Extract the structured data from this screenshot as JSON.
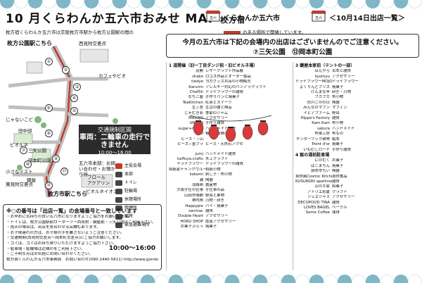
{
  "header": {
    "title": "10 月くらわんか五六市おみせ MAP",
    "subtitle": "枚方宿",
    "place": "くらわんか五六市",
    "date": "＜10月14日出店一覧＞",
    "shop_labels": [
      "五六",
      "五六"
    ]
  },
  "intro": "枚方宿くらわんか五六市は京阪枚方市駅から枚方公園駅の間の",
  "legend_line": "のある場所で開催しています。",
  "map": {
    "station_top": "枚方公園駅こちら",
    "station_bottom": "枚方市駅こちら",
    "labels": [
      {
        "text": "西見附交差点"
      },
      {
        "text": "カフェやビオ"
      },
      {
        "text": "じゃないこど"
      },
      {
        "text": "田中邸"
      },
      {
        "text": "三矢公園"
      },
      {
        "text": "岡本町公園"
      },
      {
        "text": "小さなイスト"
      },
      {
        "text": "鍵屋"
      },
      {
        "text": "東見附交差点"
      },
      {
        "text": "ビオルネ"
      },
      {
        "text": "五六市本部：お問い合わせ・お預かり所"
      },
      {
        "text": "フロール"
      },
      {
        "text": "アクアリン"
      },
      {
        "text": "ビオルネイオン"
      }
    ],
    "traffic": {
      "line1": "交通規制区間",
      "line2": "車両：二輪車の走行できません",
      "line3": "10:00～16:00"
    },
    "numbers": [
      "①",
      "②",
      "③",
      "④",
      "⑤",
      "⑥",
      "⑦",
      "⑧",
      "⑨",
      "⑩",
      "⑪",
      "⑫"
    ],
    "legend": [
      {
        "label": "主役会場",
        "color": "#c0392b"
      },
      {
        "label": "本部",
        "color": "#444444"
      },
      {
        "label": "トイレ",
        "color": "#444444"
      },
      {
        "label": "駐輪場",
        "color": "#444444"
      },
      {
        "label": "休憩場所",
        "color": "#444444"
      },
      {
        "label": "喫煙所",
        "color": "#444444"
      },
      {
        "label": "臨時",
        "color": "#444444"
      },
      {
        "label": "緊急避難場所",
        "color": "#444444"
      }
    ]
  },
  "notes": {
    "heading": "※○の番号は「出店一覧」の会場番号と一致しています",
    "lines": [
      "・お早めに気持ちの良い五六市になりますようご協力をお願いします。",
      "・トイレは、枚方公園駅前ローターリー西見附・鍵屋前・三矢公園でご利用下さい。",
      "・雨天の場合は、出店を見合わせる店舗もあります。",
      "・お子様連れの方は、お子様の手を離さないようご注意ください。",
      "・交通規制(西見附交差点～岡本町交差点)にご協力お願いします。",
      "・ゴミは、ゴミはお持ち帰りいただけますようご協力下さい。",
      "・駐車場・駐輪場は近隣のをご利用下さい。",
      "・ご不明な点はお気軽にお問い合わせください。",
      "枚方宿くらわんか五六市事務局　お問い合わせ(090-1440-5611) http://www.gorokuichi.net/index"
    ],
    "time": "10:00～16:00"
  },
  "notice": {
    "line1": "今月の五六市は下記の会場内の出店はございませんのでご注意ください。",
    "line2": "⑦三矢公園　⑫岡本町公園"
  },
  "columns": [
    {
      "sections": [
        {
          "heading": "1 道開催（旧一丁目ダンジ前・旧ビオルネ場）",
          "rows": [
            {
              "name": "道開",
              "desc": "レザークラフト作品展"
            },
            {
              "name": "shako",
              "desc": "ロゴス作品とオーダー製品"
            },
            {
              "name": "tiedye",
              "desc": "ヨガグッズお店の小物販売"
            },
            {
              "name": "Karunin",
              "desc": "アレルギー対応のパンアラクラフト"
            },
            {
              "name": "ChefSh",
              "desc": "ドライフラワーの雑貨"
            },
            {
              "name": "なちこ屋",
              "desc": "手作りパンと焼菓子"
            },
            {
              "name": "TeaKitchen",
              "desc": "紅茶とスイーツ"
            },
            {
              "name": "生三室",
              "desc": "生活の器と陶芸"
            },
            {
              "name": "じゃむきあ",
              "desc": "季節のジャム"
            },
            {
              "name": "MALUJO",
              "desc": "アクセサリー"
            },
            {
              "name": "UNSON",
              "desc": "手作り雑貨"
            },
            {
              "name": "sugar+rabbit",
              "desc": "ハンドメイド雑貨"
            },
            {
              "name": "lul",
              "desc": "帽子・服飾小物"
            },
            {
              "name": "ビーズ・☆山"
            },
            {
              "name": "ピース☆金ブラ",
              "desc": "ビーズ・天然石アクセ"
            }
          ]
        },
        {
          "heading": "",
          "rows": [
            {
              "name": "jumj",
              "desc": "ハンドメイド雑貨"
            },
            {
              "name": "kaffuya.crafts",
              "desc": "木工クラフト"
            },
            {
              "name": "ドライブラワー",
              "desc": "ドライフラワーの雑貨"
            },
            {
              "name": "和紙家チャンクウルーム",
              "desc": "和紙小物"
            },
            {
              "name": "kokomi",
              "desc": "刺し子・布小物"
            },
            {
              "name": "瀬",
              "desc": "陶器"
            },
            {
              "name": "淡路島",
              "desc": "農産物"
            },
            {
              "name": "大阪手仕の仕事",
              "desc": "手仕事の品"
            },
            {
              "name": "山田市場駒",
              "desc": "野菜と果物"
            },
            {
              "name": "堺内角",
              "desc": "刃物・研ぎ"
            },
            {
              "name": "Happypie",
              "desc": "パイ・焼菓子"
            },
            {
              "name": "sanmac",
              "desc": "雑貨"
            },
            {
              "name": "Double Heart",
              "desc": "アクセサリー"
            },
            {
              "name": "HORU SHOP",
              "desc": "彫金アクセサリー"
            },
            {
              "name": "お菓子ふらっ",
              "desc": "焼菓子"
            }
          ]
        }
      ]
    },
    {
      "sections": [
        {
          "heading": "3 鍵屋本家前（テントの一部）",
          "rows": [
            {
              "name": "ほんやら",
              "desc": "古本と雑貨"
            },
            {
              "name": "kyomyu",
              "desc": "アクセサリー"
            },
            {
              "name": "ドライフラワーMOJO",
              "desc": "ドライフラワー"
            },
            {
              "name": "よくりんどブリス",
              "desc": "焼菓子"
            },
            {
              "name": "けんまな亭",
              "desc": "研ぎ・刃物"
            },
            {
              "name": "フカフカ",
              "desc": "布小物"
            },
            {
              "name": "白川このの日",
              "desc": "陶器"
            },
            {
              "name": "みんなのマフン",
              "desc": "マフィン"
            },
            {
              "name": "イビアファーム",
              "desc": "野菜"
            },
            {
              "name": "Hippo's Factory",
              "desc": "雑貨"
            },
            {
              "name": "Kam Kam",
              "desc": "布小物"
            },
            {
              "name": "sakura",
              "desc": "ハンドメイド"
            },
            {
              "name": "布楽工房",
              "desc": "布もの"
            },
            {
              "name": "キンダーブック耕林",
              "desc": "絵本"
            },
            {
              "name": "Point d'or",
              "desc": "焼菓子"
            },
            {
              "name": "いもむしロード",
              "desc": "手作り雑貨"
            }
          ]
        },
        {
          "heading": "4 飯の湯前駐車場",
          "rows": [
            {
              "name": "にのむく",
              "desc": "お菓子"
            },
            {
              "name": "ばこまちん",
              "desc": "焼菓子"
            },
            {
              "name": "自然市ちい",
              "desc": "陶器"
            },
            {
              "name": "自然風Cosmic Kitchen",
              "desc": "自然食品"
            },
            {
              "name": "KUSUNOKI apartment",
              "desc": "雑貨"
            },
            {
              "name": "山の手家",
              "desc": "和菓子"
            },
            {
              "name": "アトリエ彩夏",
              "desc": "クラフト"
            },
            {
              "name": "ジュエジャズ",
              "desc": "アクセサリー"
            },
            {
              "name": "DECOPOOD TINA",
              "desc": "雑貨"
            },
            {
              "name": "LOVES BAGEL",
              "desc": "ベーグル"
            },
            {
              "name": "Some Coffee",
              "desc": "珈琲"
            }
          ]
        }
      ]
    }
  ]
}
